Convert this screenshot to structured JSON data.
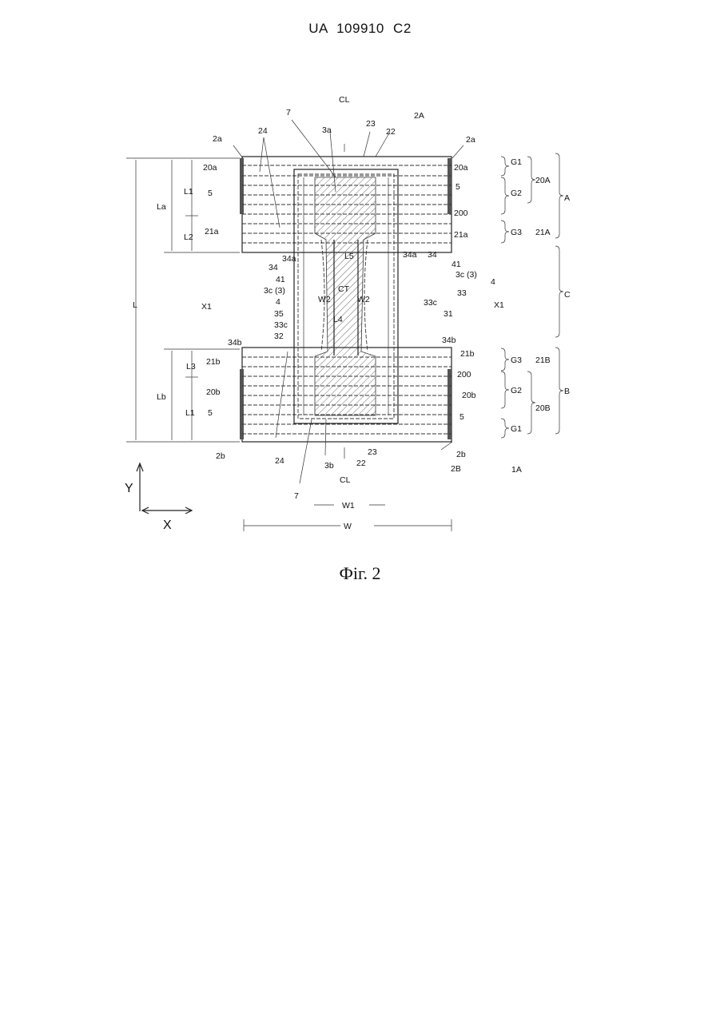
{
  "header": {
    "patent_id": "UA   109910   C2"
  },
  "caption": {
    "text": "Фіг. 2"
  },
  "labels": {
    "CL": "CL",
    "2A": "2A",
    "2B": "2B",
    "1A": "1A",
    "2a": "2a",
    "2b": "2b",
    "20a": "20a",
    "20b": "20b",
    "21a": "21a",
    "21b": "21b",
    "5": "5",
    "7": "7",
    "22": "22",
    "23": "23",
    "24": "24",
    "200": "200",
    "3a": "3a",
    "3b": "3b",
    "3c3": "3c (3)",
    "33c": "33c",
    "33": "33",
    "31": "31",
    "32": "32",
    "35": "35",
    "34": "34",
    "34a": "34a",
    "34b": "34b",
    "41": "41",
    "4": "4",
    "L": "L",
    "La": "La",
    "Lb": "Lb",
    "L1": "L1",
    "L2": "L2",
    "L3": "L3",
    "L4": "L4",
    "L5": "L5",
    "W": "W",
    "W1": "W1",
    "W2": "W2",
    "CT": "CT",
    "X1": "X1",
    "X": "X",
    "Y": "Y",
    "G1": "G1",
    "G2": "G2",
    "G3": "G3",
    "20A": "20A",
    "21A": "21A",
    "20B": "20B",
    "21B": "21B",
    "A": "A",
    "B": "B",
    "C": "C"
  }
}
